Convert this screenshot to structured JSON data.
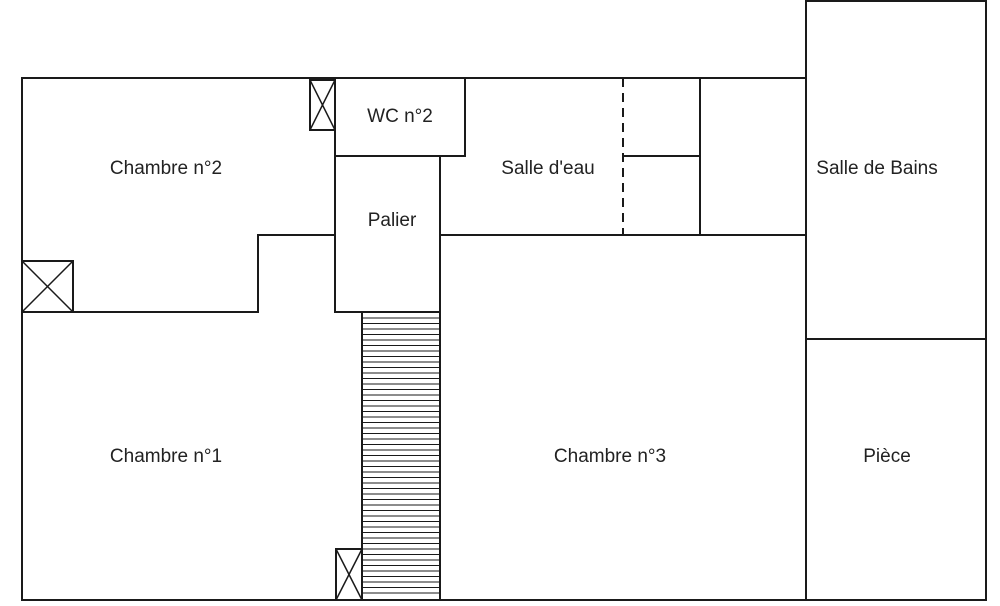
{
  "plan": {
    "rooms": {
      "chambre2": "Chambre n°2",
      "wc2": "WC n°2",
      "salle_eau": "Salle d'eau",
      "salle_bains": "Salle de Bains",
      "palier": "Palier",
      "chambre1": "Chambre n°1",
      "chambre3": "Chambre n°3",
      "piece": "Pièce"
    },
    "colors": {
      "wall": "#1a1a1a",
      "background": "#ffffff",
      "label": "#222222"
    },
    "icons": [
      "chimney-duct-icon",
      "staircase"
    ]
  }
}
